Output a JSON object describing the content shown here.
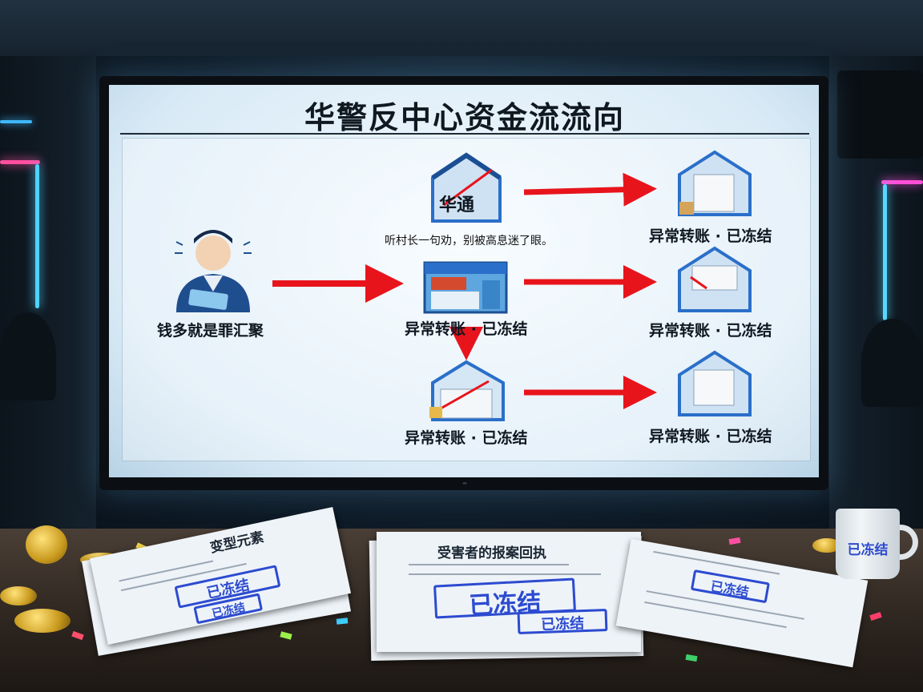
{
  "screen": {
    "title": "华警反中心资金流流向",
    "officer_label": "钱多就是罪汇聚",
    "bank_sign": "华通",
    "caption": "听村长一句劝，别被高息迷了眼。",
    "node_label_mid": "异常转账 · 已冻结",
    "node_label_low": "异常转账 · 已冻结",
    "right_labels": [
      "异常转账 · 已冻结",
      "异常转账 · 已冻结",
      "异常转账 · 已冻结"
    ]
  },
  "desk": {
    "doc_left_title": "变型元素",
    "doc_left_stamp_main": "已冻结",
    "doc_left_stamp_sub": "已冻结",
    "doc_center_title": "受害者的报案回执",
    "doc_center_stamp_main": "已冻结",
    "doc_center_stamp_sub": "已冻结",
    "doc_right_stamp": "已冻结",
    "mug_label": "已冻结"
  },
  "colors": {
    "arrow": "#e8141c",
    "icon_blue": "#2a6fc9",
    "stamp_blue": "#2c4bd0",
    "screen_bg": "#eaf4fb"
  },
  "icons": [
    "police-officer-icon",
    "bank-building-icon",
    "shop-building-icon",
    "warehouse-icon",
    "ledger-building-icon",
    "arrow-icon",
    "coin-icon",
    "mug-icon"
  ]
}
